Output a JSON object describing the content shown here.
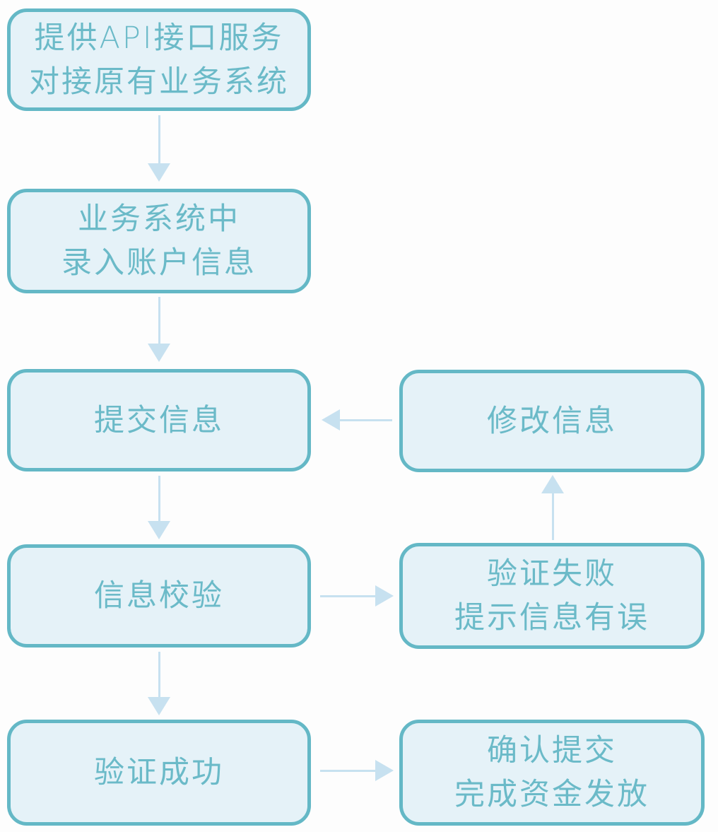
{
  "colors": {
    "background": "#fdfdfd",
    "node_fill": "#e5f2f8",
    "node_border": "#64b8c6",
    "node_text": "#6bbac8",
    "arrow": "#c7e1f0"
  },
  "nodes": {
    "api_service": {
      "label": "提供API接口服务\n对接原有业务系统"
    },
    "enter_account": {
      "label": "业务系统中\n录入账户信息"
    },
    "submit_info": {
      "label": "提交信息"
    },
    "modify_info": {
      "label": "修改信息"
    },
    "verify_info": {
      "label": "信息校验"
    },
    "verify_failed": {
      "label": "验证失败\n提示信息有误"
    },
    "verify_success": {
      "label": "验证成功"
    },
    "confirm_submit": {
      "label": "确认提交\n完成资金发放"
    }
  },
  "edges": [
    {
      "from": "api_service",
      "to": "enter_account",
      "direction": "down"
    },
    {
      "from": "enter_account",
      "to": "submit_info",
      "direction": "down"
    },
    {
      "from": "modify_info",
      "to": "submit_info",
      "direction": "left"
    },
    {
      "from": "submit_info",
      "to": "verify_info",
      "direction": "down"
    },
    {
      "from": "verify_info",
      "to": "verify_failed",
      "direction": "right"
    },
    {
      "from": "verify_failed",
      "to": "modify_info",
      "direction": "up"
    },
    {
      "from": "verify_info",
      "to": "verify_success",
      "direction": "down"
    },
    {
      "from": "verify_success",
      "to": "confirm_submit",
      "direction": "right"
    }
  ]
}
